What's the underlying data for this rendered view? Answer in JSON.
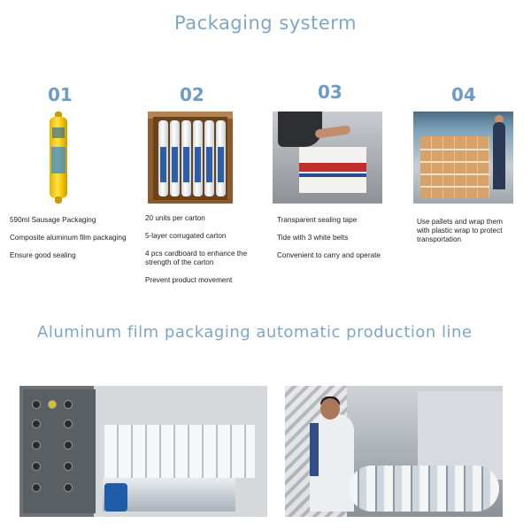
{
  "header": {
    "title": "Packaging systerm"
  },
  "steps": [
    {
      "num": "01",
      "lines": [
        "590ml  Sausage Packaging",
        "Composite aluminum film packaging",
        "Ensure good sealing"
      ]
    },
    {
      "num": "02",
      "lines": [
        "20 units per carton",
        "5-layer corrugated carton",
        "4 pcs cardboard to enhance the strength of the carton",
        "Prevent product movement"
      ]
    },
    {
      "num": "03",
      "lines": [
        "Transparent sealing tape",
        "Tide with 3 white belts",
        "Convenient to carry and operate"
      ]
    },
    {
      "num": "04",
      "lines": [
        "Use pallets and wrap them with plastic wrap to protect transportation"
      ]
    }
  ],
  "section2": {
    "title": "Aluminum film packaging automatic production line"
  }
}
